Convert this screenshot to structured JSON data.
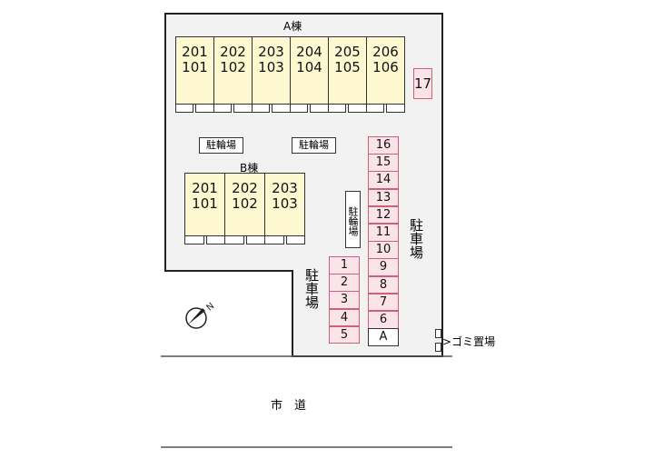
{
  "building_a": {
    "label": "A棟",
    "units": [
      {
        "upper": "201",
        "lower": "101"
      },
      {
        "upper": "202",
        "lower": "102"
      },
      {
        "upper": "203",
        "lower": "103"
      },
      {
        "upper": "204",
        "lower": "104"
      },
      {
        "upper": "205",
        "lower": "105"
      },
      {
        "upper": "206",
        "lower": "106"
      }
    ]
  },
  "building_b": {
    "label": "B棟",
    "units": [
      {
        "upper": "201",
        "lower": "101"
      },
      {
        "upper": "202",
        "lower": "102"
      },
      {
        "upper": "203",
        "lower": "103"
      }
    ]
  },
  "bike_parking": [
    "駐輪場",
    "駐輪場",
    "駐輪場"
  ],
  "parking_right": [
    "16",
    "15",
    "14",
    "13",
    "12",
    "11",
    "10",
    "9",
    "8",
    "7",
    "6",
    "A"
  ],
  "parking_left": [
    "1",
    "2",
    "3",
    "4",
    "5"
  ],
  "parking_extra": "17",
  "parking_label": "駐車場",
  "garbage_label": "ゴミ置場",
  "road_label": "市　道",
  "compass_label": "N",
  "colors": {
    "unit": "#fdf8d0",
    "parking": "#fbe3ea",
    "lot": "#f2f2f2"
  }
}
